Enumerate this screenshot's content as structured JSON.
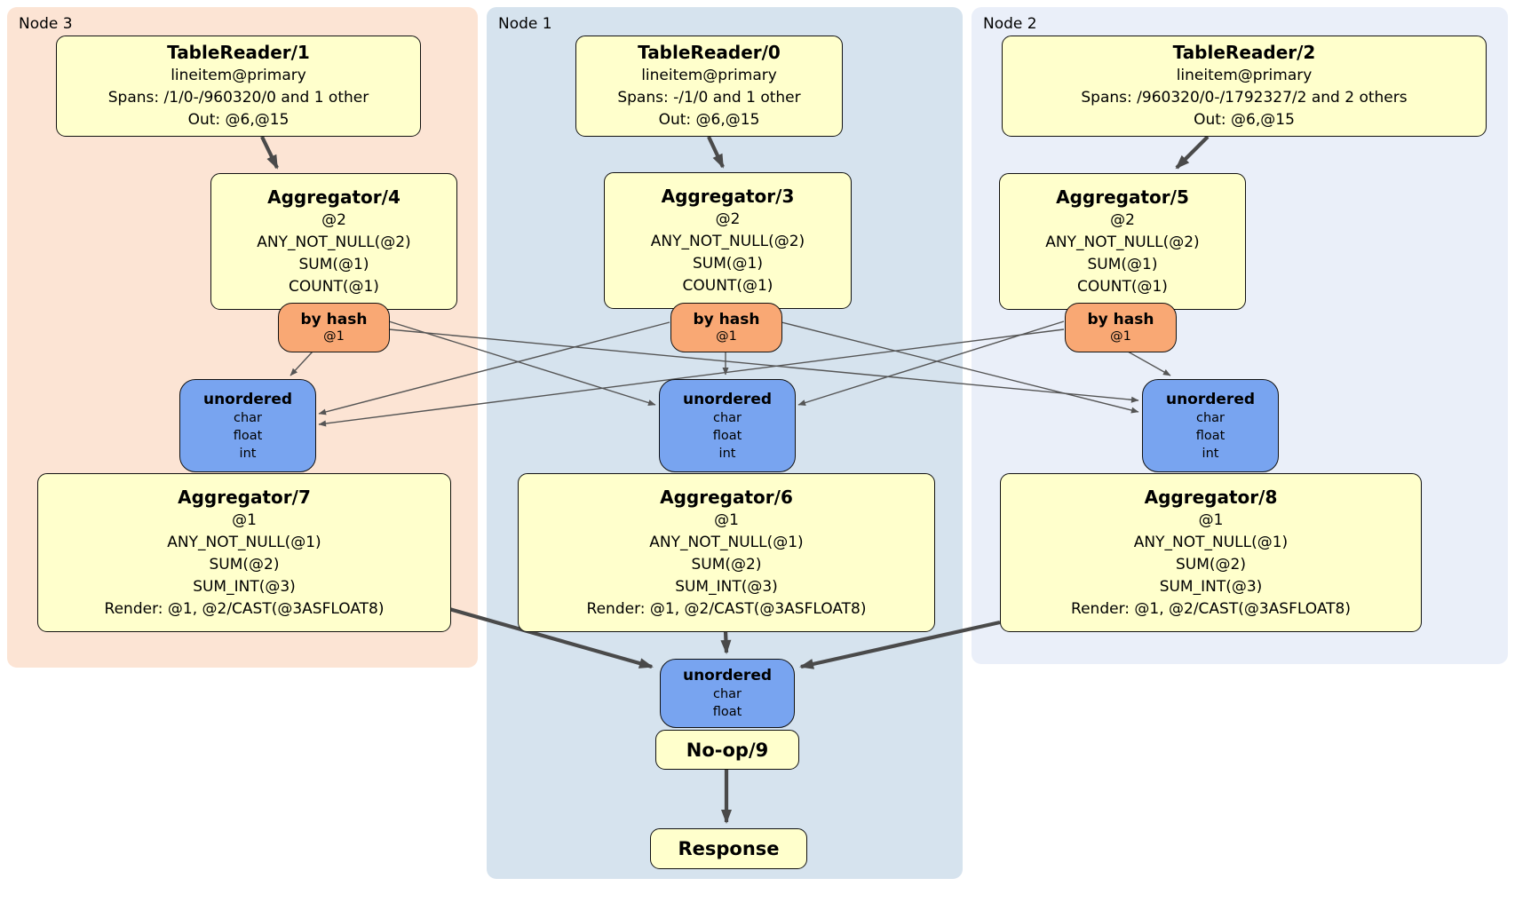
{
  "diagram": {
    "bands": [
      {
        "label": "Node 3",
        "color": "#FCE4D4"
      },
      {
        "label": "Node 1",
        "color": "#D6E3EE"
      },
      {
        "label": "Node 2",
        "color": "#EAEFF9"
      }
    ],
    "readers": [
      {
        "title": "TableReader/1",
        "lines": [
          "lineitem@primary",
          "Spans: /1/0-/960320/0 and 1 other",
          "Out: @6,@15"
        ]
      },
      {
        "title": "TableReader/0",
        "lines": [
          "lineitem@primary",
          "Spans: -/1/0 and 1 other",
          "Out: @6,@15"
        ]
      },
      {
        "title": "TableReader/2",
        "lines": [
          "lineitem@primary",
          "Spans: /960320/0-/1792327/2 and 2 others",
          "Out: @6,@15"
        ]
      }
    ],
    "stage1": [
      {
        "title": "Aggregator/4",
        "lines": [
          "@2",
          "ANY_NOT_NULL(@2)",
          "SUM(@1)",
          "COUNT(@1)"
        ]
      },
      {
        "title": "Aggregator/3",
        "lines": [
          "@2",
          "ANY_NOT_NULL(@2)",
          "SUM(@1)",
          "COUNT(@1)"
        ]
      },
      {
        "title": "Aggregator/5",
        "lines": [
          "@2",
          "ANY_NOT_NULL(@2)",
          "SUM(@1)",
          "COUNT(@1)"
        ]
      }
    ],
    "routers": [
      {
        "title": "by hash",
        "detail": "@1"
      },
      {
        "title": "by hash",
        "detail": "@1"
      },
      {
        "title": "by hash",
        "detail": "@1"
      }
    ],
    "syncs": [
      {
        "title": "unordered",
        "items": [
          "char",
          "float",
          "int"
        ]
      },
      {
        "title": "unordered",
        "items": [
          "char",
          "float",
          "int"
        ]
      },
      {
        "title": "unordered",
        "items": [
          "char",
          "float",
          "int"
        ]
      },
      {
        "title": "unordered",
        "items": [
          "char",
          "float"
        ]
      }
    ],
    "stage2": [
      {
        "title": "Aggregator/7",
        "lines": [
          "@1",
          "ANY_NOT_NULL(@1)",
          "SUM(@2)",
          "SUM_INT(@3)",
          "Render: @1, @2/CAST(@3ASFLOAT8)"
        ]
      },
      {
        "title": "Aggregator/6",
        "lines": [
          "@1",
          "ANY_NOT_NULL(@1)",
          "SUM(@2)",
          "SUM_INT(@3)",
          "Render: @1, @2/CAST(@3ASFLOAT8)"
        ]
      },
      {
        "title": "Aggregator/8",
        "lines": [
          "@1",
          "ANY_NOT_NULL(@1)",
          "SUM(@2)",
          "SUM_INT(@3)",
          "Render: @1, @2/CAST(@3ASFLOAT8)"
        ]
      }
    ],
    "noop": {
      "title": "No-op/9"
    },
    "response": {
      "title": "Response"
    },
    "colors": {
      "processor_box": "#FFFFCC",
      "hash_router": "#F9A874",
      "sync_box": "#78A4F0",
      "edge_thick": "#4A4A4A",
      "edge_thin": "#555555",
      "border": "#111111"
    }
  }
}
